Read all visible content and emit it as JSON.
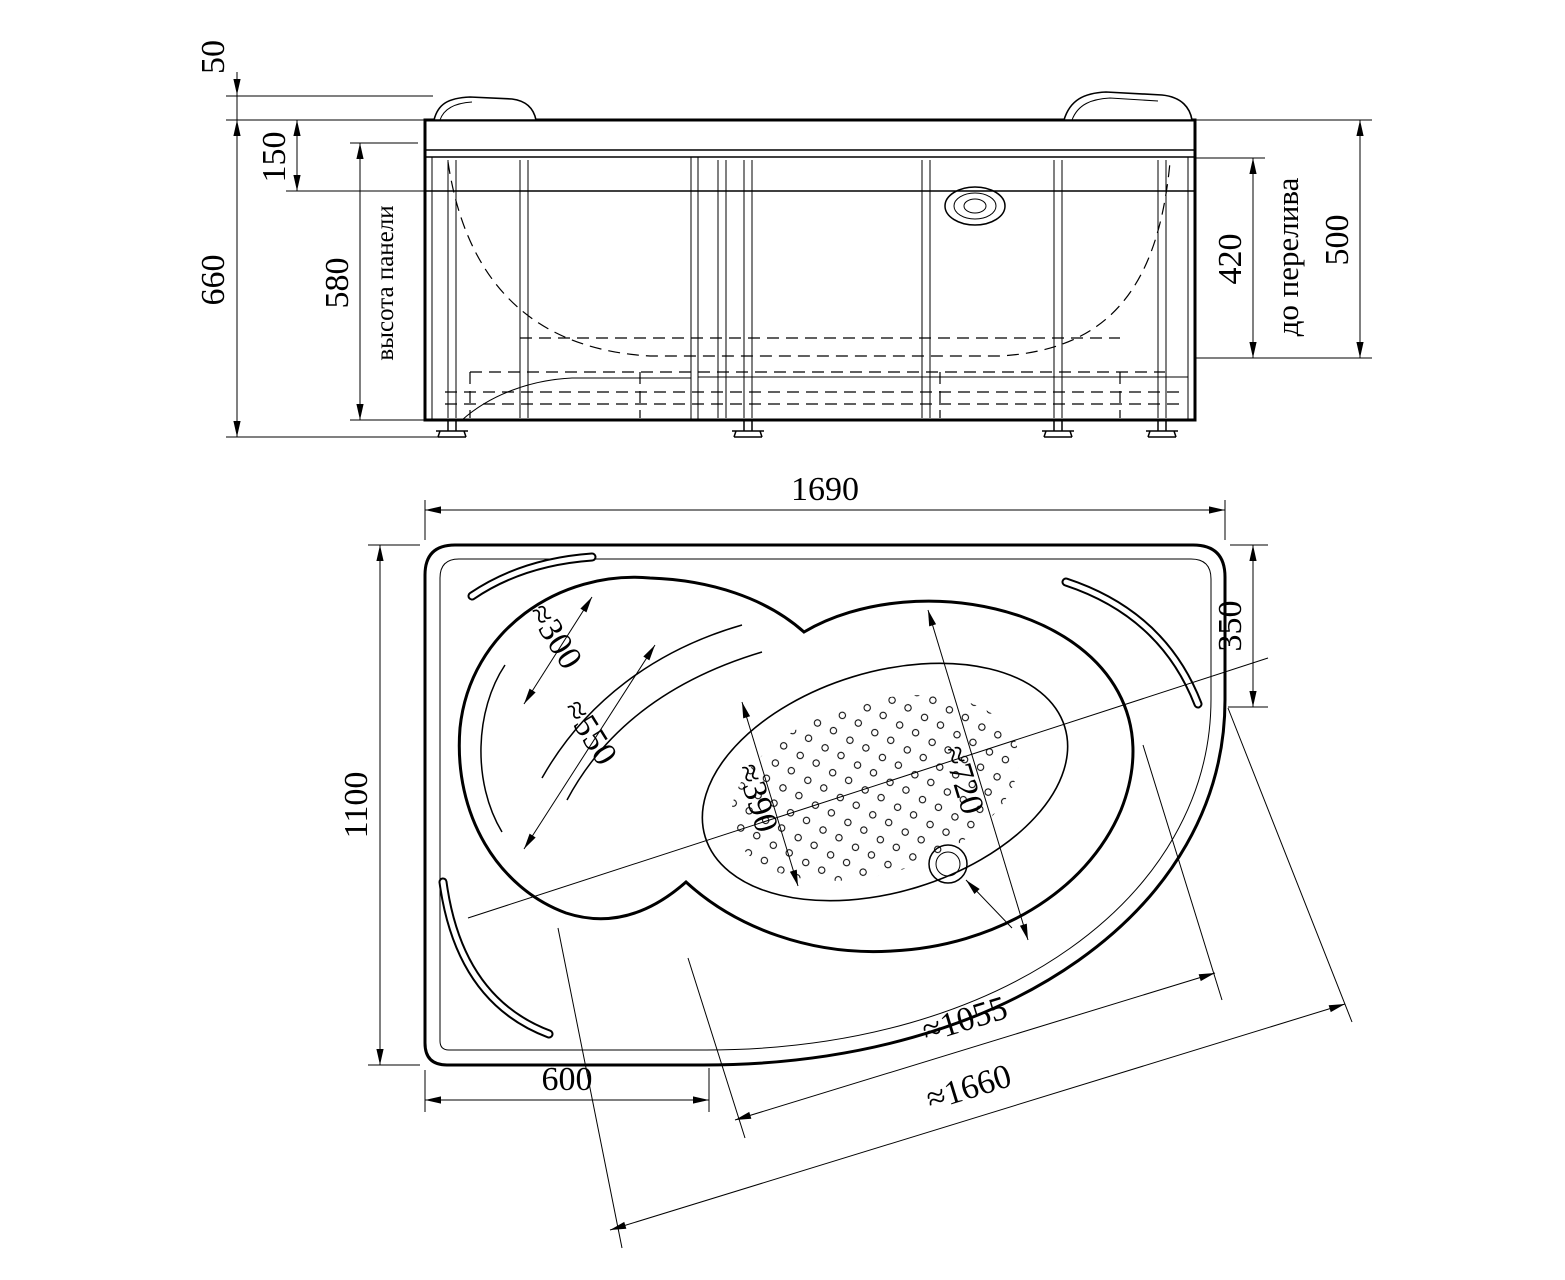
{
  "elev": {
    "d50": "50",
    "d150": "150",
    "d660": "660",
    "d580": "580",
    "panel_label": "высота панели",
    "d420": "420",
    "d500": "500",
    "overflow_label": "до перелива"
  },
  "plan": {
    "d1690": "1690",
    "d1100": "1100",
    "d350": "350",
    "d600": "600",
    "d300": "≈300",
    "d550": "≈550",
    "d720": "≈720",
    "d390": "≈390",
    "d1055": "≈1055",
    "d1660": "≈1660"
  },
  "colors": {
    "line": "#000000",
    "bg": "#ffffff"
  }
}
